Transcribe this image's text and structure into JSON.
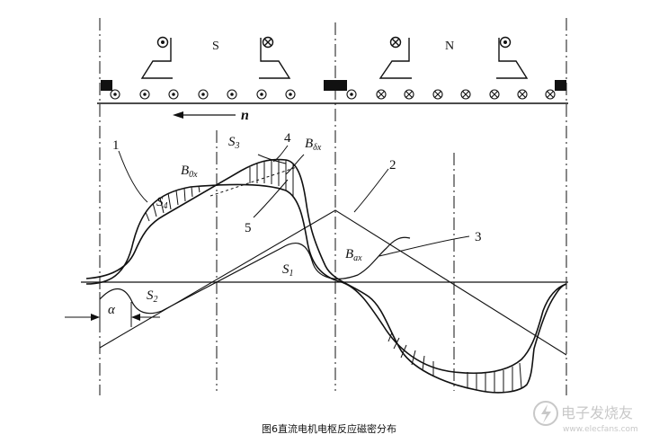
{
  "poles": {
    "s_label": "S",
    "n_label": "N"
  },
  "labels": {
    "motion": "n",
    "curve1": "1",
    "curve2": "2",
    "curve3": "3",
    "curve4": "4",
    "curve5": "5",
    "b0x_main": "B",
    "b0x_sub": "0x",
    "bdx_main": "B",
    "bdx_sub": "δx",
    "bax_main": "B",
    "bax_sub": "ax",
    "s1_main": "S",
    "s1_sub": "1",
    "s2_main": "S",
    "s2_sub": "2",
    "s3_main": "S",
    "s3_sub": "3",
    "s4_main": "S",
    "s4_sub": "4",
    "alpha": "α"
  },
  "caption": "图6直流电机电枢反应磁密分布",
  "watermark": "电子发烧友",
  "watermark_url": "www.elecfans.com",
  "colors": {
    "ink": "#111111",
    "watermark": "#c8c8c8"
  }
}
